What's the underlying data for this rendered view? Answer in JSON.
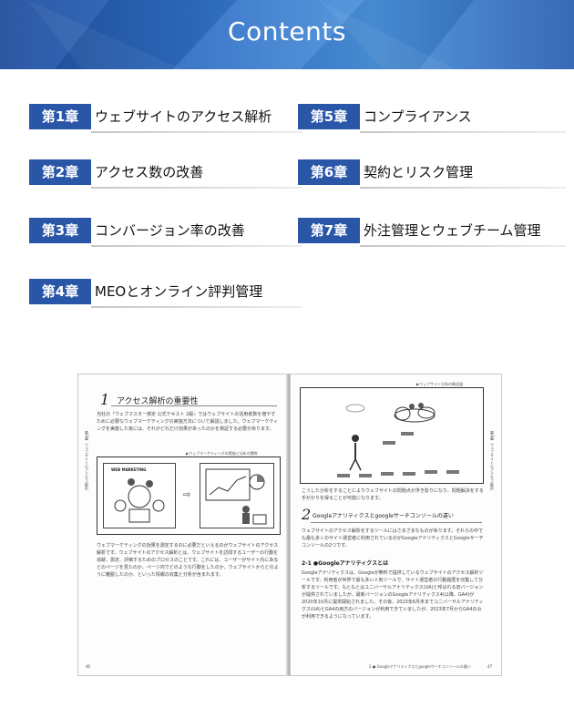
{
  "header": {
    "title": "Contents"
  },
  "chapters": [
    {
      "num": "第1章",
      "title": "ウェブサイトのアクセス解析"
    },
    {
      "num": "第2章",
      "title": "アクセス数の改善"
    },
    {
      "num": "第3章",
      "title": "コンバージョン率の改善"
    },
    {
      "num": "第4章",
      "title": "MEOとオンライン評判管理"
    },
    {
      "num": "第5章",
      "title": "コンプライアンス"
    },
    {
      "num": "第6章",
      "title": "契約とリスク管理"
    },
    {
      "num": "第7章",
      "title": "外注管理とウェブチーム管理"
    }
  ],
  "book": {
    "left": {
      "section_number": "1",
      "heading": "アクセス解析の重要性",
      "side_tab_num": "第1章",
      "side_tab_text": "ウェブサイトのアクセス解析",
      "para1": "当社の『ウェブマスター検定 公式テキスト 2級』ではウェブサイトの活用者数を増やすために必要なウェブマーケティングの実施方法について解説しました。ウェブマーケティングを実施した後には、それがどれだけ効果があったのかを検証する必要があります。",
      "figure_caption": "▶ウェブマーケティングの実施と分析の関係",
      "figure_label": "WEB MARKETING",
      "para2": "ウェブマーケティングの効果を測定するのに必要だといえるのがウェブサイトのアクセス解析です。ウェブサイトのアクセス解析とは、ウェブサイトを訪問するユーザーの行動を追跡、測定、評価するためのプロセスのことです。これには、ユーザーがサイト内にあるどのページを見たのか、ページ内でどのような行動をしたのか、ウェブサイトからどのように離脱したのか、といった情報の収集と分析が含まれます。",
      "page_no": "46"
    },
    "right": {
      "figure_caption": "▶ウェブサイト分析の概念図",
      "para1": "こうした分析をすることによりウェブサイトの問題点が浮き彫りになり、問題解決をする手がかりを得ることが可能になります。",
      "section_number": "2",
      "heading": "Googleアナリティクスとgoogleサーチコンソールの違い",
      "para2": "ウェブサイトのアクセス解析をするツールにはさまざまなものがあります。それらの中でも最も多くのサイト運営者に利用されているのがGoogleアナリティクスとGoogleサーチコンソールの2つです。",
      "subheading": "2-1 ●Googleアナリティクスとは",
      "para3": "Googleアナリティクスは、Googleが無料で提供しているウェブサイトのアクセス解析ツールです。利用者が世界で最も多い人気ツールで、サイト運営者の行動履歴を収集して分析するツールです。もともとはユニバーサルアナリティクス(UA)と呼ばれる旧バージョンが提供されていましたが、最新バージョンのGoogleアナリティクス4(以降、GA4)が2020年10月に提供開始されました。その後、2023年6月末までユニバーサルアナリティクス(UA)とGA4の両方のバージョンが利用できていましたが、2023年7月からGA4のみが利用できるようになっています。",
      "side_tab_num": "第1章",
      "side_tab_text": "ウェブサイトのアクセス解析",
      "footer": "2 ● Googleアナリティクスとgoogleサーチコンソールの違い",
      "page_no": "47"
    }
  }
}
